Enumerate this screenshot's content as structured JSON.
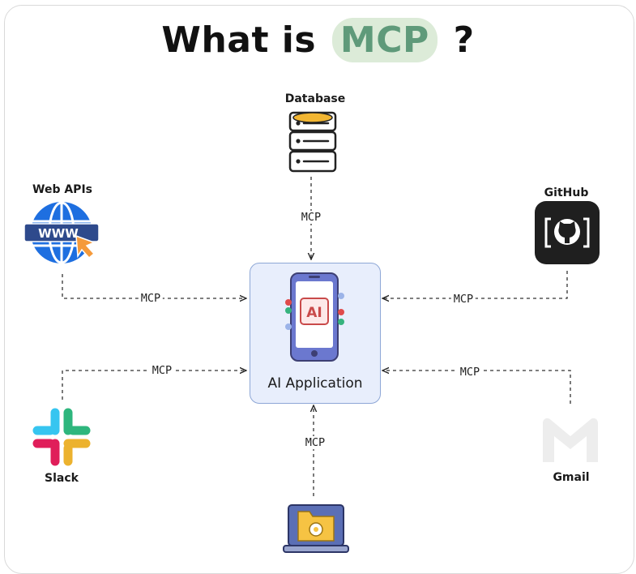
{
  "title": {
    "prefix": "What is",
    "highlight": "MCP",
    "suffix": "?"
  },
  "center": {
    "name": "AI Application",
    "badge": "AI"
  },
  "nodes": {
    "database": "Database",
    "web_apis": "Web APIs",
    "github": "GitHub",
    "slack": "Slack",
    "gmail": "Gmail"
  },
  "connections": {
    "database": "MCP",
    "web_apis": "MCP",
    "github": "MCP",
    "slack": "MCP",
    "gmail": "MCP",
    "files": "MCP"
  },
  "icons": {
    "database": "database-icon",
    "web_apis": "globe-www-icon",
    "github": "github-icon",
    "slack": "slack-icon",
    "gmail": "gmail-icon",
    "files": "laptop-folder-icon",
    "app": "phone-ai-icon"
  },
  "colors": {
    "highlight_bg": "#dcebd8",
    "highlight_text": "#5f9a7a",
    "app_box_bg": "#e8eefc",
    "app_box_border": "#8ea7d6"
  }
}
